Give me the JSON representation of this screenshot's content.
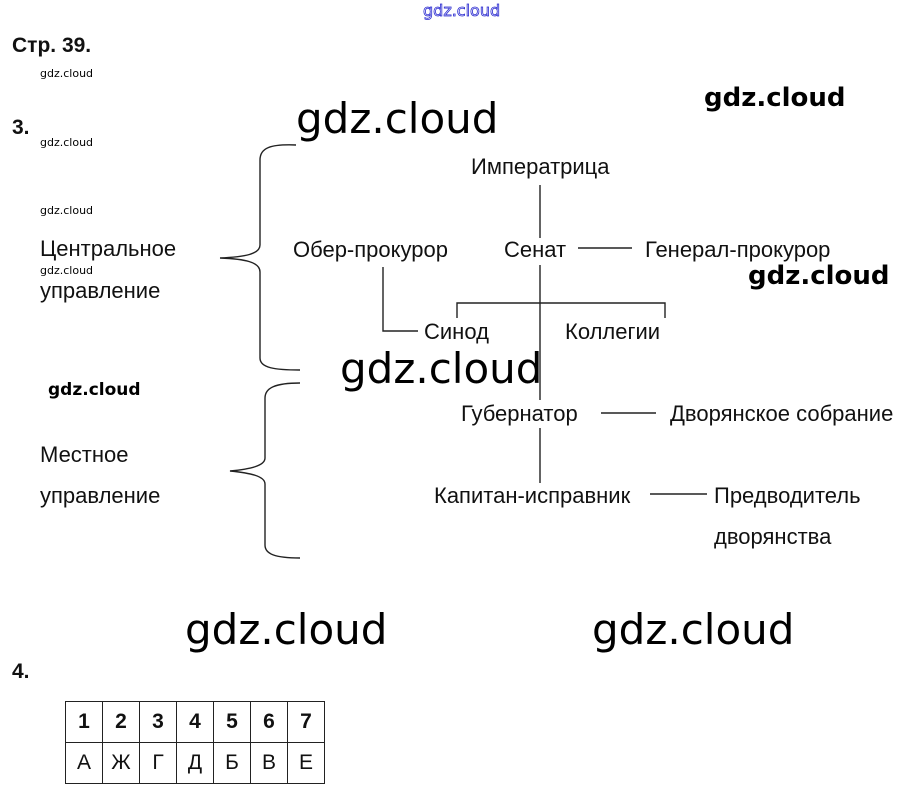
{
  "watermarks": {
    "top": "gdz.cloud",
    "text": "gdz.cloud"
  },
  "page_label": "Стр. 39.",
  "task3": {
    "number": "3.",
    "central": [
      "Центральное",
      "управление"
    ],
    "local": [
      "Местное",
      "управление"
    ],
    "nodes": {
      "empress": "Императрица",
      "ober": "Обер-прокурор",
      "senate": "Сенат",
      "general": "Генерал-прокурор",
      "synod": "Синод",
      "colleges": "Коллегии",
      "governor": "Губернатор",
      "assembly": "Дворянское собрание",
      "captain": "Капитан-исправник",
      "leader": [
        "Предводитель",
        "дворянства"
      ]
    }
  },
  "task4": {
    "number": "4.",
    "headers": [
      "1",
      "2",
      "3",
      "4",
      "5",
      "6",
      "7"
    ],
    "answers": [
      "А",
      "Ж",
      "Г",
      "Д",
      "Б",
      "В",
      "Е"
    ]
  }
}
